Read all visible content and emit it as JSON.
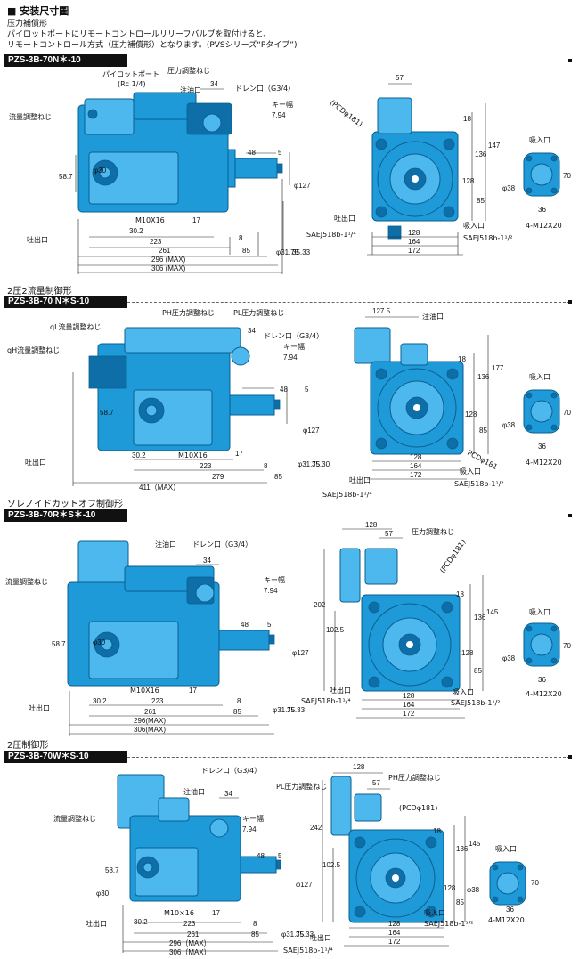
{
  "page": {
    "title": "■ 安装尺寸圖",
    "intro_line1": "压力補償形",
    "intro_line2": "パイロットポートにリモートコントロールリリーフバルブを取付けると、",
    "intro_line3": "リモートコントロール方式（圧力補償形）となります。(PVSシリーズ“Pタイプ”)"
  },
  "colors": {
    "pump_body": "#1e9ad8",
    "pump_light": "#4db8ee",
    "pump_dark": "#0e6ea8",
    "bar": "#111111"
  },
  "sections": [
    {
      "heading": "",
      "model": "PZS-3B-70N＊-10",
      "labels": {
        "pilot_port": "パイロットポート",
        "pilot_size": "(Rc 1/4)",
        "pressure_screw": "圧力調整ねじ",
        "oil_inlet": "注油口",
        "drain": "ドレン口（G3/4）",
        "key_width": "キー幅",
        "key_dim": "7.94",
        "pcd": "(PCDφ181)",
        "flow_screw": "流量調整ねじ",
        "discharge": "吐出口",
        "suction": "吸入口",
        "sae_discharge": "SAEJ518b-1¹/⁴",
        "sae_suction": "SAEJ518b-1¹/²",
        "m10": "M10X16",
        "m12": "4-M12X20"
      },
      "dims": {
        "d57": "57",
        "d34": "34",
        "d48": "48",
        "d5": "5",
        "d18": "18",
        "d147": "147",
        "d136": "136",
        "d128v": "128",
        "d85v": "85",
        "d58_7": "58.7",
        "d30": "φ30",
        "d30_2": "30.2",
        "d17": "17",
        "d223": "223",
        "d261": "261",
        "d8": "8",
        "d85": "85",
        "d296": "296 (MAX)",
        "d306": "306 (MAX)",
        "d31_75": "φ31.75",
        "d35_33": "35.33",
        "d127": "φ127",
        "d128": "128",
        "d164": "164",
        "d172": "172",
        "d70": "70",
        "d38": "φ38",
        "d36": "36"
      }
    },
    {
      "heading": "2圧2流量制御形",
      "model": "PZS-3B-70 N＊S-10",
      "labels": {
        "ph_screw": "PH圧力調整ねじ",
        "pl_screw": "PL圧力調整ねじ",
        "oil_inlet": "注油口",
        "ql_screw": "qL流量調整ねじ",
        "qh_screw": "qH流量調整ねじ",
        "drain": "ドレン口（G3/4）",
        "key_width": "キー幅",
        "key_dim": "7.94",
        "discharge": "吐出口",
        "suction": "吸入口",
        "pcd": "PCDφ181",
        "sae_discharge": "SAEJ518b-1¹/⁴",
        "sae_suction": "SAEJ518b-1¹/²",
        "m10": "M10X16",
        "m12": "4-M12X20"
      },
      "dims": {
        "d127_5": "127.5",
        "d34": "34",
        "d48": "48",
        "d5": "5",
        "d18": "18",
        "d177": "177",
        "d136": "136",
        "d128v": "128",
        "d85v": "85",
        "d58_7": "58.7",
        "d30_2": "30.2",
        "d17": "17",
        "d223": "223",
        "d279": "279",
        "d8": "8",
        "d85": "85",
        "d411": "411（MAX）",
        "d31_75": "φ31.75",
        "d35_30": "35.30",
        "d127": "φ127",
        "d128": "128",
        "d164": "164",
        "d172": "172",
        "d70": "70",
        "d38": "φ38",
        "d36": "36"
      }
    },
    {
      "heading": "ソレノイドカットオフ制御形",
      "model": "PZS-3B-70R＊S＊-10",
      "labels": {
        "oil_inlet": "注油口",
        "drain": "ドレン口（G3/4）",
        "pressure_screw": "圧力調整ねじ",
        "flow_screw": "流量調整ねじ",
        "key_width": "キー幅",
        "key_dim": "7.94",
        "pcd": "(PCDφ181)",
        "discharge": "吐出口",
        "suction": "吸入口",
        "sae_discharge": "SAEJ518b-1¹/⁴",
        "sae_suction": "SAEJ518b-1¹/²",
        "m10": "M10X16",
        "m12": "4-M12X20"
      },
      "dims": {
        "d128t": "128",
        "d57": "57",
        "d34": "34",
        "d48": "48",
        "d5": "5",
        "d18": "18",
        "d202": "202",
        "d102_5": "102.5",
        "d136": "136",
        "d145": "145",
        "d128v": "128",
        "d85v": "85",
        "d58_7": "58.7",
        "d30": "φ30",
        "d30_2": "30.2",
        "d17": "17",
        "d223": "223",
        "d261": "261",
        "d8": "8",
        "d85": "85",
        "d296": "296(MAX)",
        "d306": "306(MAX)",
        "d31_75": "φ31.75",
        "d35_33": "35.33",
        "d127": "φ127",
        "d128": "128",
        "d164": "164",
        "d172": "172",
        "d70": "70",
        "d38": "φ38",
        "d36": "36"
      }
    },
    {
      "heading": "2圧制御形",
      "model": "PZS-3B-70W＊S-10",
      "labels": {
        "drain": "ドレン口（G3/4）",
        "pl_screw": "PL圧力調整ねじ",
        "ph_screw": "PH圧力調整ねじ",
        "oil_inlet": "注油口",
        "flow_screw": "流量調整ねじ",
        "key_width": "キー幅",
        "key_dim": "7.94",
        "pcd": "(PCDφ181)",
        "discharge": "吐出口",
        "suction": "吸入口",
        "sae_discharge": "SAEJ518b-1¹/⁴",
        "sae_suction": "SAEJ518b-1¹/²",
        "m10": "M10×16",
        "m12": "4-M12X20"
      },
      "dims": {
        "d128t": "128",
        "d57": "57",
        "d34": "34",
        "d48": "48",
        "d5": "5",
        "d18": "18",
        "d242": "242",
        "d102_5": "102.5",
        "d136": "136",
        "d145": "145",
        "d128v": "128",
        "d85v": "85",
        "d58_7": "58.7",
        "d30": "φ30",
        "d30_2": "30.2",
        "d17": "17",
        "d223": "223",
        "d261": "261",
        "d8": "8",
        "d85": "85",
        "d296": "296（MAX）",
        "d306": "306（MAX）",
        "d31_75": "φ31.75",
        "d35_33": "35.33",
        "d127": "φ127",
        "d128": "128",
        "d164": "164",
        "d172": "172",
        "d70": "70",
        "d38": "φ38",
        "d36": "36"
      }
    }
  ]
}
